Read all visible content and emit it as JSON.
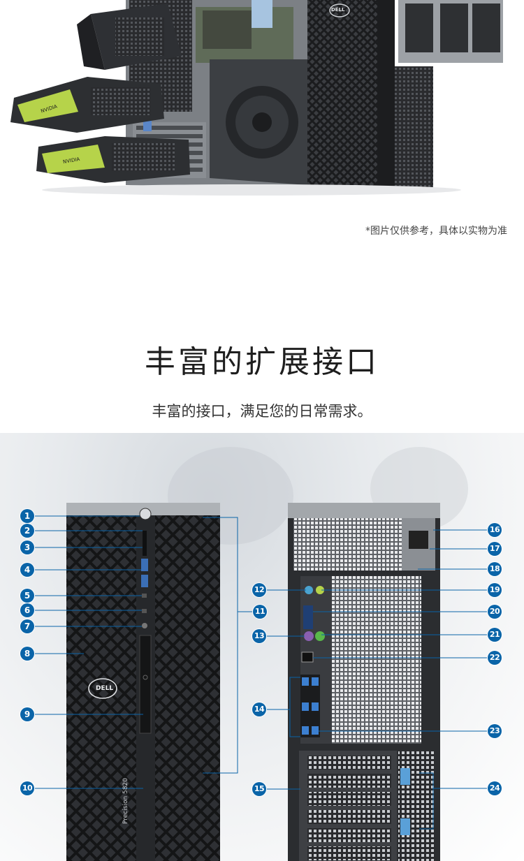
{
  "hero": {
    "disclaimer": "*图片仅供参考，具体以实物为准"
  },
  "section": {
    "title": "丰富的扩展接口",
    "subtitle": "丰富的接口，满足您的日常需求。"
  },
  "brand": {
    "logo": "DELL",
    "model_vertical": "Precision 5820"
  },
  "gpu_brand": "NVIDIA",
  "callouts": {
    "front": [
      "1",
      "2",
      "3",
      "4",
      "5",
      "6",
      "7",
      "8",
      "9",
      "10",
      "11"
    ],
    "rear": [
      "12",
      "13",
      "14",
      "15",
      "16",
      "17",
      "18",
      "19",
      "20",
      "21",
      "22",
      "23",
      "24"
    ]
  },
  "colors": {
    "badge": "#0a64a8",
    "chassis": "#2a2c2f",
    "accent_green": "#b6d34a",
    "accent_blue": "#5aa0d8"
  }
}
